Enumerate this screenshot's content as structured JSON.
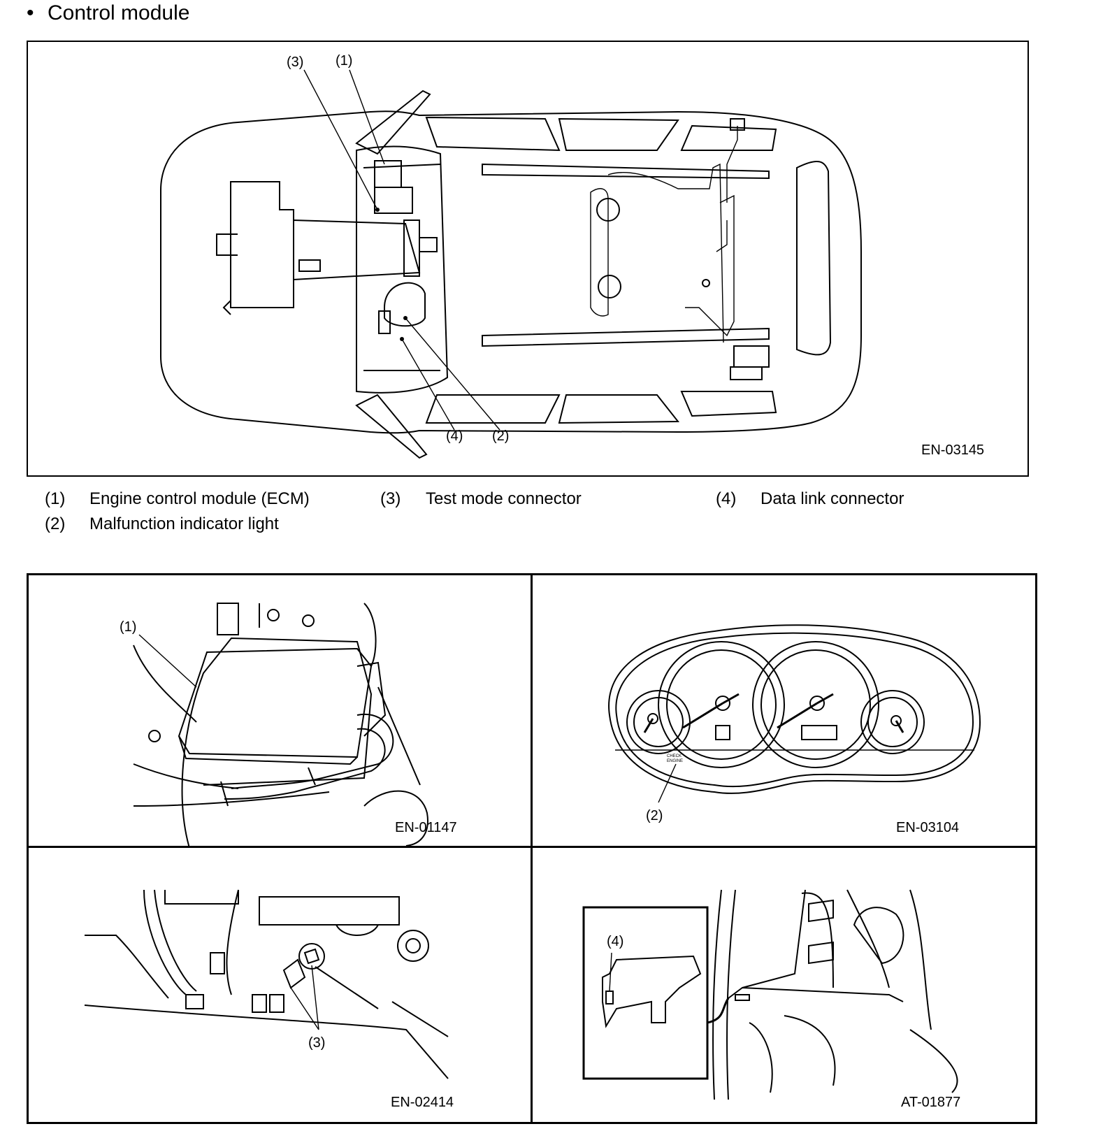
{
  "heading": {
    "bullet": "•",
    "title": "Control module"
  },
  "overview_figure": {
    "code": "EN-03145",
    "callouts": [
      "(3)",
      "(1)",
      "(4)",
      "(2)"
    ]
  },
  "legend": [
    {
      "num": "(1)",
      "text": "Engine control module (ECM)"
    },
    {
      "num": "(3)",
      "text": "Test mode connector"
    },
    {
      "num": "(4)",
      "text": "Data link connector"
    },
    {
      "num": "(2)",
      "text": "Malfunction indicator light"
    }
  ],
  "panels": {
    "ecm": {
      "callout": "(1)",
      "code": "EN-01147"
    },
    "cluster": {
      "callout": "(2)",
      "code": "EN-03104",
      "lamp_text_1": "CHECK",
      "lamp_text_2": "ENGINE"
    },
    "test_connector": {
      "callout": "(3)",
      "code": "EN-02414"
    },
    "data_link": {
      "callout": "(4)",
      "code": "AT-01877"
    }
  }
}
